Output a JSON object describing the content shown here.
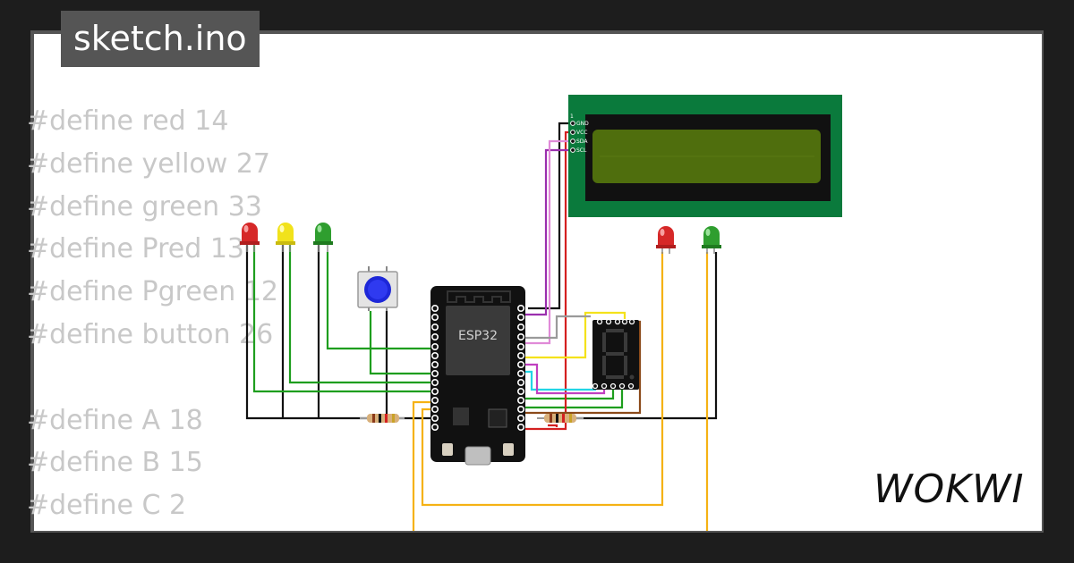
{
  "title": "sketch.ino",
  "brand": "WOKWI",
  "code_lines": [
    "#define red 14",
    "#define yellow 27",
    "#define green 33",
    "#define Pred 13",
    "#define Pgreen 12",
    "#define button 26",
    "",
    "#define A 18",
    "#define B 15",
    "#define C 2"
  ],
  "board": {
    "label": "ESP32"
  },
  "lcd": {
    "pins": [
      "GND",
      "VCC",
      "SDA",
      "SCL"
    ],
    "pin1": "1"
  },
  "colors": {
    "background": "#1d1d1d",
    "frame": "#555555",
    "lcd_board": "#0a7a3c",
    "lcd_screen": "#4f6e0d",
    "led_red": "#d62828",
    "led_yellow": "#f1e21b",
    "led_green": "#2f9e2f",
    "button_cap": "#1d27d8"
  }
}
